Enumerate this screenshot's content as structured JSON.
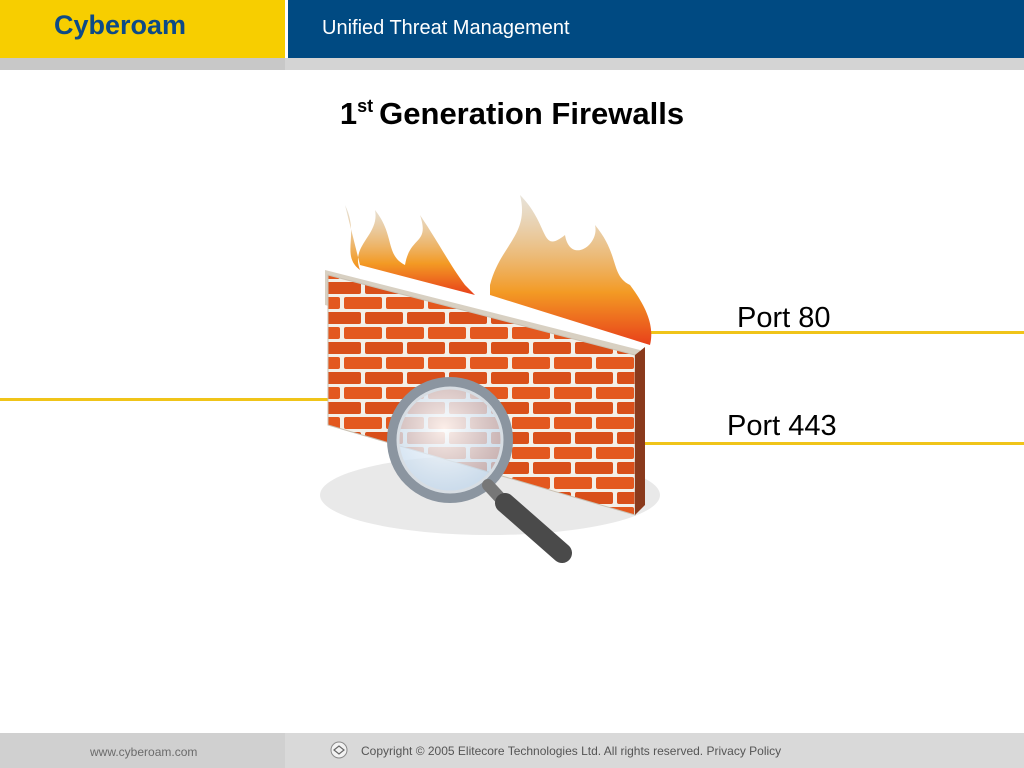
{
  "header": {
    "brand": "Cyberoam",
    "product": "Unified Threat Management"
  },
  "slide": {
    "title_number": "1",
    "title_superscript": "st",
    "title_text": "Generation Firewalls",
    "port_top": "Port 80",
    "port_bottom": "Port 443"
  },
  "footer": {
    "url": "www.cyberoam.com",
    "copyright": "Copyright © 2005 Elitecore Technologies Ltd. All rights reserved. Privacy Policy"
  },
  "colors": {
    "brand_yellow": "#f7ce00",
    "brand_blue": "#004a82",
    "line_yellow": "#f0c419",
    "brick": "#e0561f"
  },
  "icons": {
    "firewall": "firewall-magnifier-icon",
    "footer": "cyberoam-logo-icon"
  }
}
